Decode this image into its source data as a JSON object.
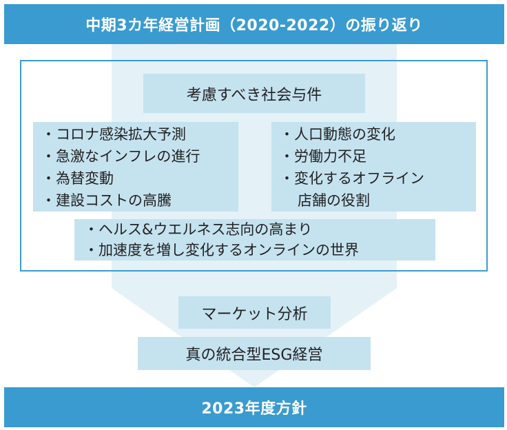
{
  "header": {
    "title": "中期3カ年経営計画（2020-2022）の振り返り"
  },
  "social_factors": {
    "title": "考慮すべき社会与件",
    "left_items": [
      "・コロナ感染拡大予測",
      "・急激なインフレの進行",
      "・為替変動",
      "・建設コストの高騰"
    ],
    "right_items": [
      "・人口動態の変化",
      "・労働力不足",
      "・変化するオフライン",
      "店舗の役割"
    ],
    "bottom_items": [
      "・ヘルス&ウエルネス志向の高まり",
      "・加速度を増し変化するオンラインの世界"
    ]
  },
  "market_analysis": {
    "label": "マーケット分析"
  },
  "esg": {
    "label": "真の統合型ESG経営"
  },
  "footer": {
    "title": "2023年度方針"
  },
  "colors": {
    "accent": "#3a9bd0",
    "box_fill": "#c5e2ef",
    "arrow_fill": "#e4f1f7"
  }
}
